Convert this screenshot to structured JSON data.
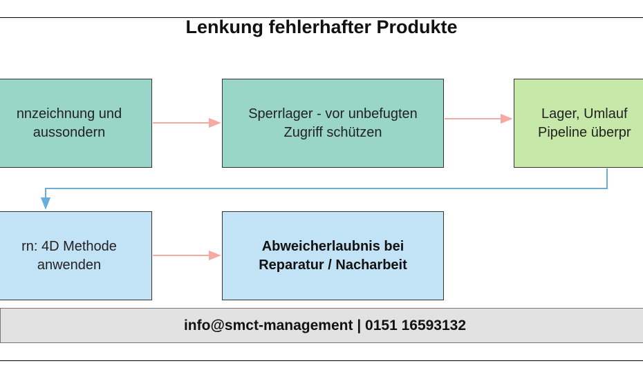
{
  "title": "Lenkung fehlerhafter Produkte",
  "boxes": {
    "kennzeichnung": "nnzeichnung und\naussondern",
    "sperrlager": "Sperrlager - vor unbefugten\nZugriff schützen",
    "lager": "Lager, Umlauf\nPipeline überpr",
    "ern_4d": "rn: 4D Methode\nanwenden",
    "abweicherlaubnis": "Abweicherlaubnis bei\nReparatur / Nacharbeit"
  },
  "footer": "info@smct-management | 0151 16593132",
  "colors": {
    "teal_box": "#99d6c9",
    "green_box": "#c6e8a8",
    "blue_box": "#c2e3f6",
    "arrow_pink": "#f4a9a3",
    "connector_blue": "#6aaed8"
  }
}
